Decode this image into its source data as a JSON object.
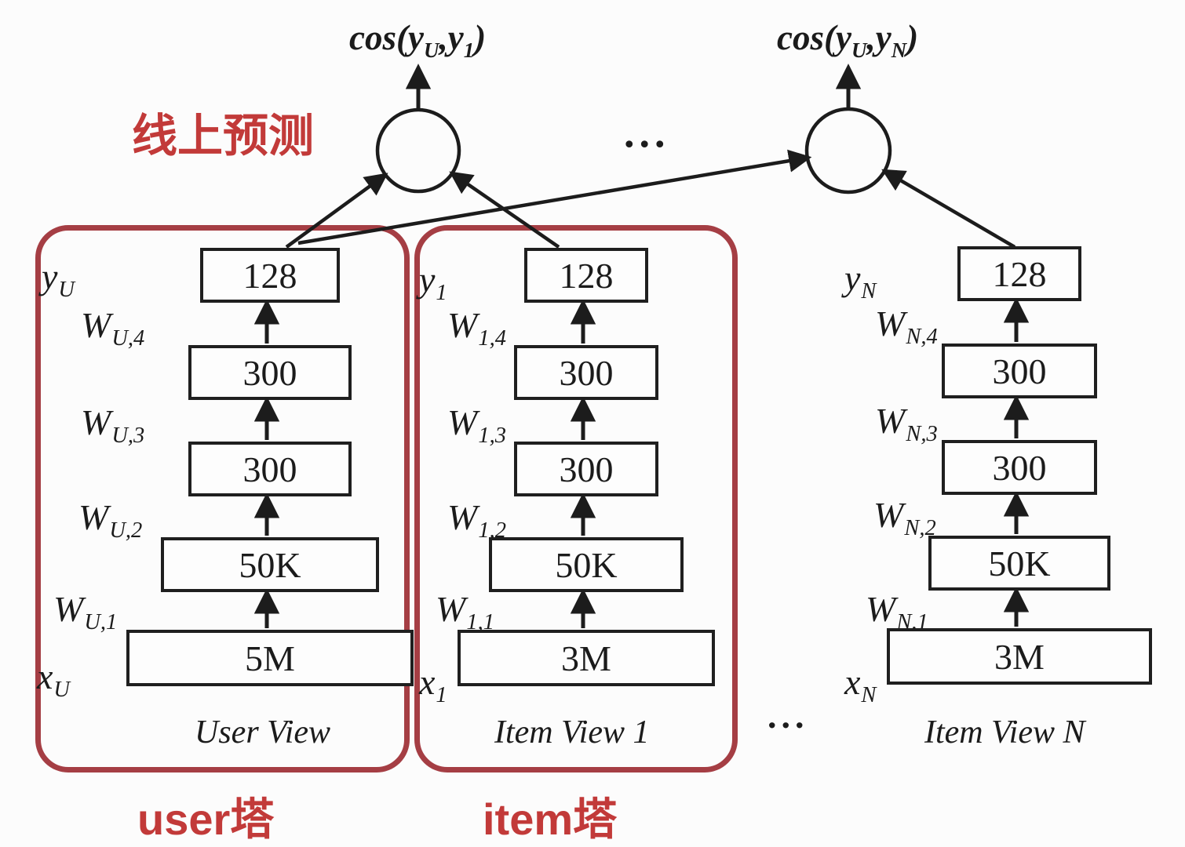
{
  "colors": {
    "red_text": "#c23a39",
    "red_border": "#a53e44",
    "line": "#1c1c1c"
  },
  "annotations": {
    "online_prediction": "线上预测",
    "user_tower_label": "user塔",
    "item_tower_label": "item塔",
    "ellipsis_top": "...",
    "ellipsis_bottom": "..."
  },
  "formulas": {
    "left": {
      "p1": "cos(y",
      "s1": "U",
      "p2": ",y",
      "s2": "1",
      "p3": ")"
    },
    "right": {
      "p1": "cos(y",
      "s1": "U",
      "p2": ",y",
      "s2": "N",
      "p3": ")"
    }
  },
  "towers": [
    {
      "name": "user-view",
      "output_label": {
        "base": "y",
        "sub": "U"
      },
      "weights": [
        {
          "base": "W",
          "sub": "U,4"
        },
        {
          "base": "W",
          "sub": "U,3"
        },
        {
          "base": "W",
          "sub": "U,2"
        },
        {
          "base": "W",
          "sub": "U,1"
        }
      ],
      "input_label": {
        "base": "x",
        "sub": "U"
      },
      "layers": [
        "128",
        "300",
        "300",
        "50K"
      ],
      "input": "5M",
      "view": "User View"
    },
    {
      "name": "item-view-1",
      "output_label": {
        "base": "y",
        "sub": "1"
      },
      "weights": [
        {
          "base": "W",
          "sub": "1,4"
        },
        {
          "base": "W",
          "sub": "1,3"
        },
        {
          "base": "W",
          "sub": "1,2"
        },
        {
          "base": "W",
          "sub": "1,1"
        }
      ],
      "input_label": {
        "base": "x",
        "sub": "1"
      },
      "layers": [
        "128",
        "300",
        "300",
        "50K"
      ],
      "input": "3M",
      "view": "Item View 1"
    },
    {
      "name": "item-view-n",
      "output_label": {
        "base": "y",
        "sub": "N"
      },
      "weights": [
        {
          "base": "W",
          "sub": "N,4"
        },
        {
          "base": "W",
          "sub": "N,3"
        },
        {
          "base": "W",
          "sub": "N,2"
        },
        {
          "base": "W",
          "sub": "N,1"
        }
      ],
      "input_label": {
        "base": "x",
        "sub": "N"
      },
      "layers": [
        "128",
        "300",
        "300",
        "50K"
      ],
      "input": "3M",
      "view": "Item View N"
    }
  ]
}
